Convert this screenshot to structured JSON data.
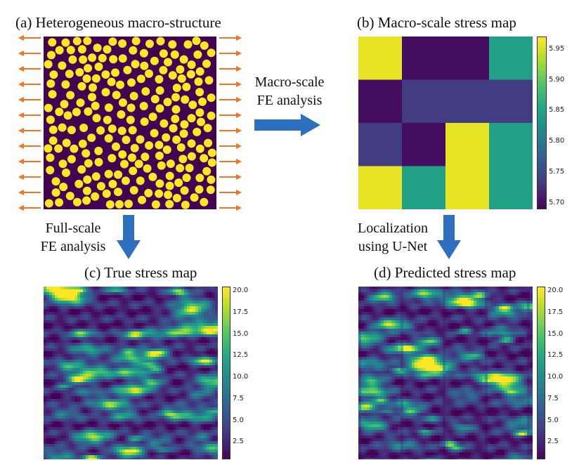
{
  "panels": {
    "a": {
      "title": "(a) Heterogeneous macro-structure"
    },
    "b": {
      "title": "(b) Macro-scale stress map"
    },
    "c": {
      "title": "(c) True stress map"
    },
    "d": {
      "title": "(d) Predicted stress map"
    }
  },
  "arrows": {
    "macro": [
      "Macro-scale",
      "FE analysis"
    ],
    "full": [
      "Full-scale",
      "FE analysis"
    ],
    "local": [
      "Localization",
      "using U-Net"
    ]
  },
  "colors": {
    "matrix": "#440154",
    "fiber": "#fde725",
    "load_arrow": "#f0742a",
    "process_arrow": "#2f6fc0"
  },
  "chart_data": [
    {
      "type": "heatmap",
      "panel": "b",
      "title": "(b) Macro-scale stress map",
      "grid": [
        [
          5.96,
          5.7,
          5.7,
          5.85
        ],
        [
          5.7,
          5.74,
          5.74,
          5.74
        ],
        [
          5.74,
          5.7,
          5.96,
          5.85
        ],
        [
          5.96,
          5.85,
          5.96,
          5.85
        ]
      ],
      "colorbar": {
        "min": 5.69,
        "max": 5.97,
        "ticks": [
          "5.70",
          "5.75",
          "5.80",
          "5.85",
          "5.90",
          "5.95"
        ],
        "tick_values": [
          5.7,
          5.75,
          5.8,
          5.85,
          5.9,
          5.95
        ]
      },
      "colormap": "viridis"
    },
    {
      "type": "heatmap",
      "panel": "c",
      "title": "(c) True stress map",
      "colorbar": {
        "min": 0.5,
        "max": 20.5,
        "ticks": [
          "2.5",
          "5.0",
          "7.5",
          "10.0",
          "12.5",
          "15.0",
          "17.5",
          "20.0"
        ],
        "tick_values": [
          2.5,
          5.0,
          7.5,
          10.0,
          12.5,
          15.0,
          17.5,
          20.0
        ]
      },
      "colormap": "viridis"
    },
    {
      "type": "heatmap",
      "panel": "d",
      "title": "(d) Predicted stress map",
      "colorbar": {
        "min": 0.5,
        "max": 20.5,
        "ticks": [
          "2.5",
          "5.0",
          "7.5",
          "10.0",
          "12.5",
          "15.0",
          "17.5",
          "20.0"
        ],
        "tick_values": [
          2.5,
          5.0,
          7.5,
          10.0,
          12.5,
          15.0,
          17.5,
          20.0
        ]
      },
      "colormap": "viridis"
    }
  ]
}
